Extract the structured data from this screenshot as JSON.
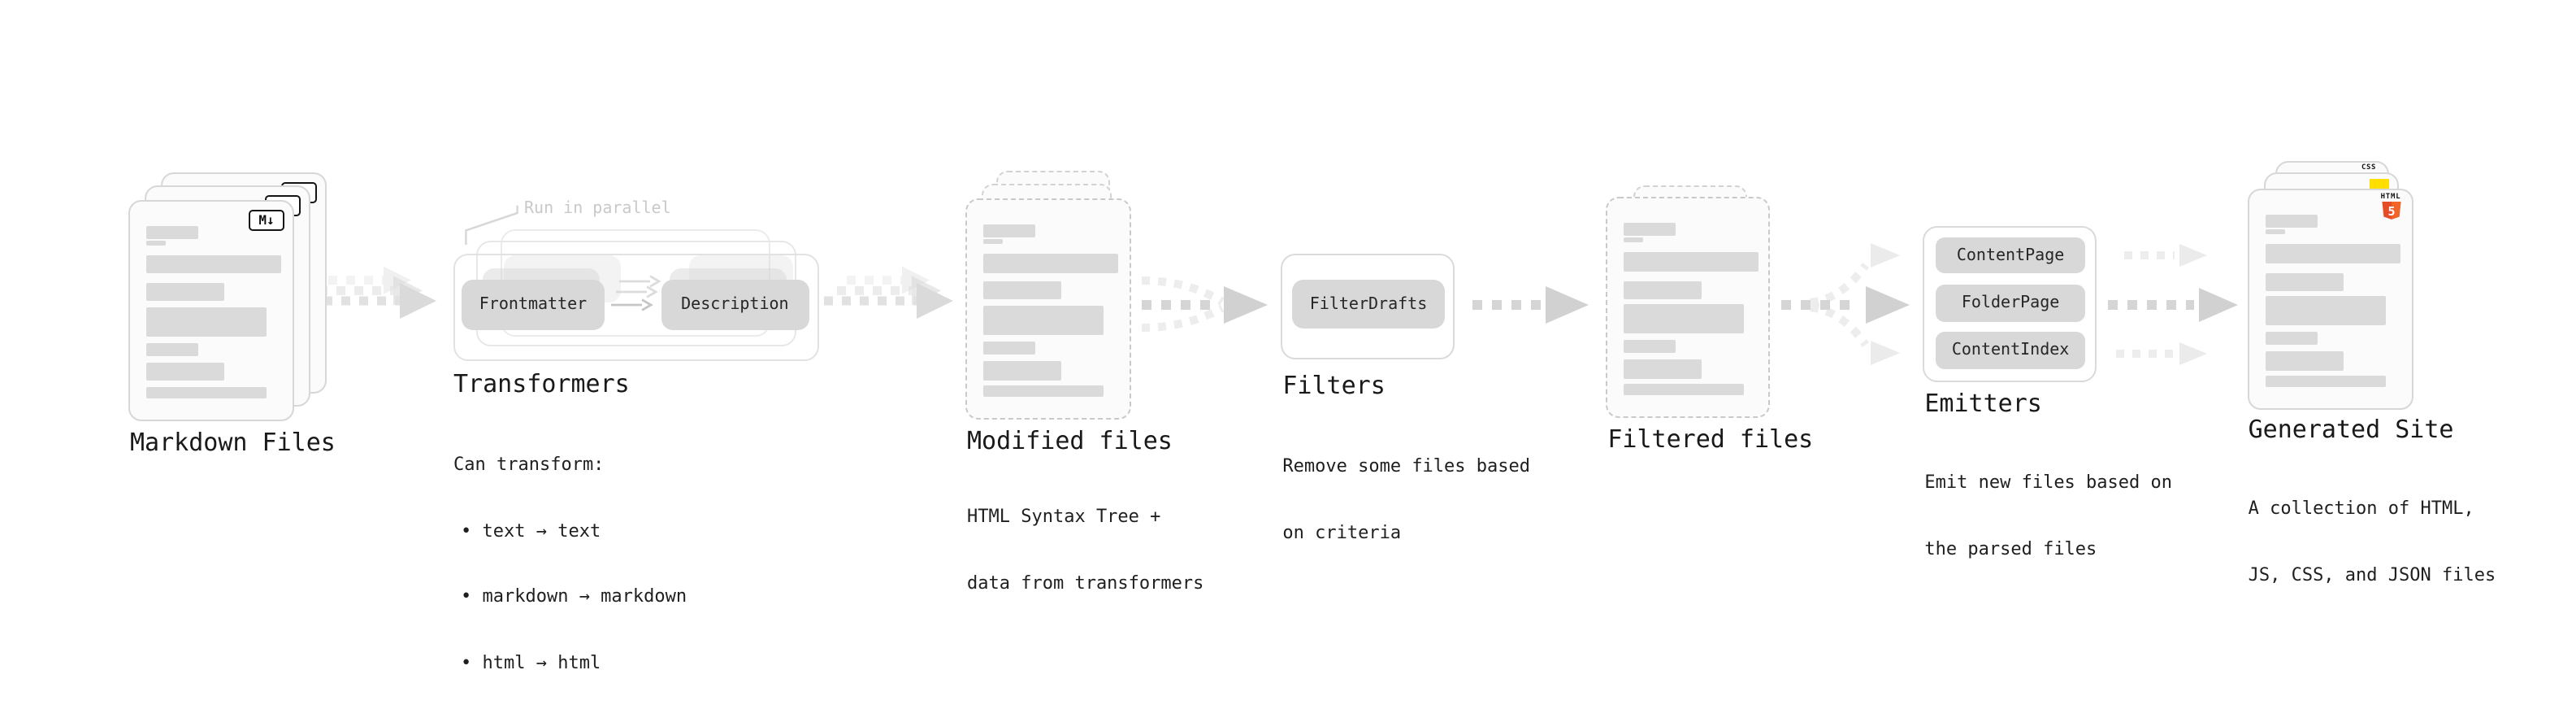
{
  "stages": {
    "markdown": {
      "title": "Markdown Files",
      "file_badge": "M↓"
    },
    "transformers": {
      "title": "Transformers",
      "parallel_note": "Run in parallel",
      "input_pill": "Frontmatter",
      "output_pill": "Description",
      "desc_heading": "Can transform:",
      "bullets": [
        "• text → text",
        "• markdown → markdown",
        "• html → html"
      ]
    },
    "modified_files": {
      "title": "Modified files",
      "desc": [
        "HTML Syntax Tree +",
        "data from transformers"
      ]
    },
    "filters": {
      "title": "Filters",
      "pill": "FilterDrafts",
      "desc": [
        "Remove some files based",
        "on criteria"
      ]
    },
    "filtered_files": {
      "title": "Filtered files"
    },
    "emitters": {
      "title": "Emitters",
      "pills": [
        "ContentPage",
        "FolderPage",
        "ContentIndex"
      ],
      "desc": [
        "Emit new files based on",
        "the parsed files"
      ]
    },
    "generated_site": {
      "title": "Generated Site",
      "css_badge": "CSS",
      "html_badge_label": "HTML",
      "html_badge_number": "5",
      "desc": [
        "A collection of HTML,",
        "JS, CSS, and JSON files"
      ]
    }
  },
  "colors": {
    "css_blue": "#2e6cf3",
    "js_yellow": "#ffde00",
    "html_orange": "#e44d26",
    "html_orange_light": "#f16529"
  }
}
